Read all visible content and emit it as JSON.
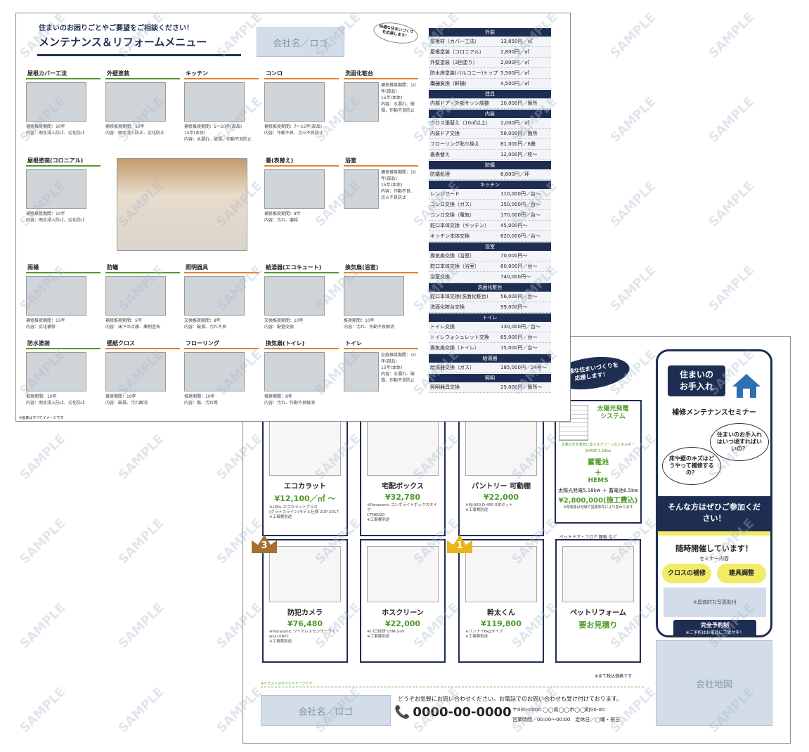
{
  "back": {
    "header_sub": "住まいのお困りごとやご要望をご相談ください！",
    "header_title": "メンテナンス＆リフォームメニュー",
    "logo_text": "会社名／ロゴ",
    "badge": "快適な住まいづくりを応援します！",
    "items": [
      {
        "cat": "屋根カバー工法",
        "text": "補修推奨期間：10年\n内容：雨水浸入防止、劣化防止"
      },
      {
        "cat": "外壁塗装",
        "text": "補修推奨期間：10年\n内容：雨水浸入防止、劣化防止"
      },
      {
        "cat": "キッチン",
        "text": "補修推奨期間：5〜10年(部品)\n15年(本体)\n内容：水漏れ、破損、作動不良防止"
      },
      {
        "cat": "コンロ",
        "text": "補修推奨期間：7〜15年(部品)\n内容：作動不良、点火不良防止"
      },
      {
        "cat": "洗面化粧台",
        "text": "補修推奨期間：10年(部品)\n15年(本体)\n内容：水漏れ、破損、作動不良防止"
      },
      {
        "cat": "屋根塗装(コロニアル)",
        "text": "補修推奨期間：10年\n内容：雨水浸入防止、劣化防止"
      },
      {
        "cat": "畳(表替え)",
        "text": "補修推奨期間：8年\n内容：汚れ、磨耗"
      },
      {
        "cat": "浴室",
        "text": "補修推奨期間：10年(部品)\n15年(本体)\n内容：作動不良、点火不良防止"
      },
      {
        "cat": "雨樋",
        "text": "補修推奨期間：15年\n内容：劣化補修"
      },
      {
        "cat": "防蟻",
        "text": "補修推奨期間：5年\n内容：床下の点検、薬剤塗布"
      },
      {
        "cat": "照明器具",
        "text": "交換推奨期間：8年\n内容：破損、汚れ不良"
      },
      {
        "cat": "給湯器(エコキュート)",
        "text": "交換推奨期間：10年\n内容：配管交換"
      },
      {
        "cat": "換気扇(浴室)",
        "text": "推奨期間：10年\n内容：汚れ、作動不良解消"
      },
      {
        "cat": "防水塗装",
        "text": "推奨期間：10年\n内容：雨水浸入防止、劣化防止"
      },
      {
        "cat": "壁紙クロス",
        "text": "推奨期間：10年\n内容：破損、汚れ解消"
      },
      {
        "cat": "フローリング",
        "text": "推奨期間：10年\n内容：傷、汚れ等"
      },
      {
        "cat": "換気扇(トイレ)",
        "text": "推奨期間：8年\n内容：汚れ、作動不良解消"
      },
      {
        "cat": "トイレ",
        "text": "交換推奨期間：10年(部品)\n15年(本体)\n内容：水漏れ、破損、作動不良防止"
      }
    ],
    "footnote": "※画像はすべてイメージです",
    "prices": [
      {
        "h": "外装",
        "rows": [
          [
            "屋根材（カバー工法）",
            "13,650円／㎡"
          ],
          [
            "屋根塗装（コロニアル）",
            "2,800円／㎡"
          ],
          [
            "外壁塗装（3回塗り）",
            "2,800円／㎡"
          ],
          [
            "防水床塗装(バルコニー)トップコート",
            "5,500円／㎡"
          ],
          [
            "雨樋交換（軒樋）",
            "4,500円／㎡"
          ]
        ]
      },
      {
        "h": "建具",
        "rows": [
          [
            "内部ドア・外部サッシ調整",
            "10,000円／箇所"
          ]
        ]
      },
      {
        "h": "内装",
        "rows": [
          [
            "クロス張替え（10㎡以上）",
            "2,000円／㎡"
          ],
          [
            "内装ドア交換",
            "58,000円／箇所"
          ],
          [
            "フローリング貼り換え",
            "81,000円／6畳"
          ],
          [
            "畳表替え",
            "12,000円／枚〜"
          ]
        ]
      },
      {
        "h": "防蟻",
        "rows": [
          [
            "防蟻処理",
            "6,800円／坪"
          ]
        ]
      },
      {
        "h": "キッチン",
        "rows": [
          [
            "レンジフード",
            "110,000円／台〜"
          ],
          [
            "コンロ交換（ガス）",
            "150,000円／台〜"
          ],
          [
            "コンロ交換（電気）",
            "170,000円／台〜"
          ],
          [
            "蛇口本体交換（キッチン）",
            "45,000円〜"
          ],
          [
            "キッチン本体交換",
            "620,000円／台〜"
          ]
        ]
      },
      {
        "h": "浴室",
        "rows": [
          [
            "換気扇交換（浴室）",
            "70,000円〜"
          ],
          [
            "蛇口本体交換（浴室）",
            "60,000円／台〜"
          ],
          [
            "浴室交換",
            "740,000円〜"
          ]
        ]
      },
      {
        "h": "洗面化粧台",
        "rows": [
          [
            "蛇口本体交換(洗面化粧台)",
            "56,000円／台〜"
          ],
          [
            "洗面化粧台交換",
            "99,000円〜"
          ]
        ]
      },
      {
        "h": "トイレ",
        "rows": [
          [
            "トイレ交換",
            "130,000円／台〜"
          ],
          [
            "トイレウォシュレット交換",
            "65,000円／台〜"
          ],
          [
            "換気扇交換（トイレ）",
            "15,000円／台〜"
          ]
        ]
      },
      {
        "h": "給湯器",
        "rows": [
          [
            "給湯器交換（ガス）",
            "185,000円／24号〜"
          ]
        ]
      },
      {
        "h": "照明",
        "rows": [
          [
            "照明器具交換",
            "25,000円／箇所〜"
          ]
        ]
      }
    ]
  },
  "front": {
    "badge": "快適な住まいづくりを応援します！",
    "cards": [
      {
        "name": "エコカラット",
        "price": "¥12,100／㎡ 〜",
        "note": "※LIXIL エコカラットプラス\n(グラナスライン)モデル仕様 2OP-2017\n※工事費別途"
      },
      {
        "name": "宅配ボックス",
        "price": "¥32,780",
        "note": "※Panasonic コンボライトボックスタイプ\nCTN6020\n※工事費別途"
      },
      {
        "name": "パントリー 可動棚",
        "price": "¥22,000",
        "note": "※W:900,D:450 5枚セット\n※工事費別途"
      },
      {
        "name": "防犯カメラ",
        "price": "¥76,480",
        "note": "※Panasonic ワイヤレスセンサーライト\nwsx10NTC\n※工事費別途"
      },
      {
        "name": "ホスクリーン",
        "price": "¥22,000",
        "note": "※川口技研 UTM-S-W\n※工事費別途"
      },
      {
        "name": "幹太くん",
        "price": "¥119,800",
        "note": "※リンナイ6kgタイプ\n※工事費別途"
      },
      {
        "name": "ペットリフォーム",
        "price": "要お見積り",
        "note": ""
      }
    ],
    "crowns": [
      "3",
      "1"
    ],
    "solar": {
      "title": "太陽光発電\nシステム",
      "sub": "太陽の光を電気に変えるクリーンなエネルギー SHARP 5.18kw",
      "battery": "蓄電池",
      "plus": "＋",
      "hems": "HEMS",
      "combo": "太陽光発電5.18kw ＋ 蓄電池6.5kw",
      "price": "¥2,800,000(施工費込)",
      "note": "※発電量は地域や設置条件により変わります"
    },
    "pet_caption": "ペットドア・フロア 腰板 など",
    "tax_note": "※全て税込価格です",
    "image_note": "※イラストはすべてイメージです",
    "contact_msg": "どうぞお気軽にお問い合わせください。お電話でのお問い合わせも受け付けております。",
    "phone": "0000-00-0000",
    "address": "〒000-0000 ◯◯県◯◯市◯◯町00-00",
    "hours": "営業時間／00:00〜00:00　定休日／◯曜・祝日",
    "logo_text": "会社名／ロゴ",
    "map_text": "会社地図",
    "seminar": {
      "tag": "住まいの\nお手入れ",
      "title": "補修メンテナンスセミナー",
      "q1": "住まいのお手入れはいつ頃すればいいの？",
      "q2": "床や壁のキズはどうやって補修するの？",
      "invite": "そんな方はぜひご参加ください！",
      "open": "随時開催しています！",
      "content_label": "セミナー内容",
      "topic1": "クロスの補修",
      "topic2": "建具調整",
      "photo_note": "※具体的な写真貼付",
      "reserve": "完全予約制",
      "reserve_sub": "※ご予約はお電話にて受付中！"
    }
  },
  "watermark": "SAMPLE",
  "colors": {
    "navy": "#1e2e52",
    "green": "#4f9a2a",
    "orange": "#e6822a",
    "yellow": "#f2eb66",
    "lightblue": "#d3dde9"
  }
}
